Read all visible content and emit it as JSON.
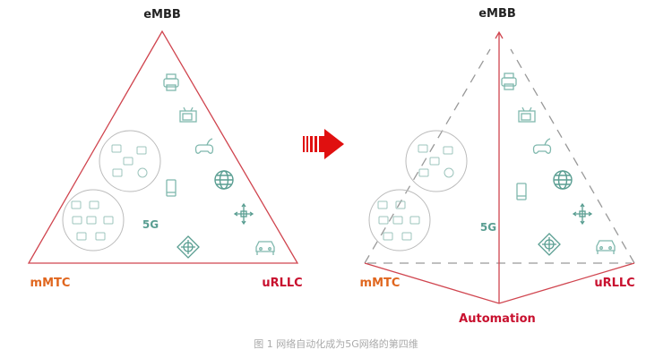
{
  "left_diagram": {
    "top": "eMBB",
    "bottom_left": "mMTC",
    "bottom_right": "uRLLC",
    "center": "5G"
  },
  "right_diagram": {
    "top": "eMBB",
    "bottom_left": "mMTC",
    "bottom_right": "uRLLC",
    "center": "5G",
    "fourth_dimension": "Automation"
  },
  "caption": "图 1   网络自动化成为5G网络的第四维",
  "colors": {
    "triangle": "#d0454f",
    "mmtc": "#e0661e",
    "urllc": "#c8102e",
    "icons": "#7fb8ad",
    "arrow": "#e01010",
    "dashed": "#999999"
  }
}
